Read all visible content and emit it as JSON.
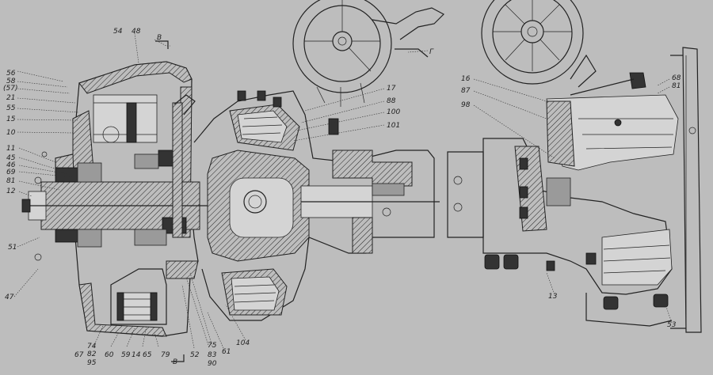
{
  "labels": {
    "l54": "54",
    "l48": "48",
    "lB1": "B",
    "l56": "56",
    "l58": "58",
    "l57": "(57)",
    "l21": "21",
    "l55": "55",
    "l15": "15",
    "l10": "10",
    "l11": "11",
    "l45": "45",
    "l46": "46",
    "l69": "69",
    "l81a": "81",
    "l12": "12",
    "l51": "51",
    "l47": "47",
    "l67": "67",
    "l74": "74",
    "l82": "82",
    "l95": "95",
    "l60": "60",
    "l59": "59",
    "l14": "14",
    "l65": "65",
    "l79": "79",
    "lB2": "B",
    "l75": "75",
    "l52": "52",
    "l83": "83",
    "l90": "90",
    "l61": "61",
    "l104": "104",
    "l17": "17",
    "l88": "88",
    "l100": "100",
    "l101": "101",
    "lG": "Г",
    "l16": "16",
    "l87": "87",
    "l98": "98",
    "l13": "13",
    "l68": "68",
    "l81b": "81",
    "l53": "53"
  }
}
